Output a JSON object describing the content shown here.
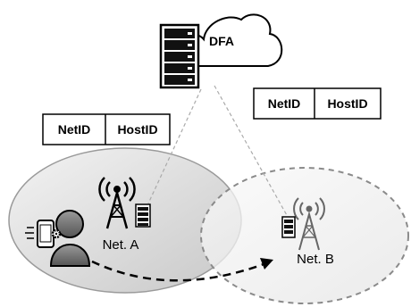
{
  "diagram": {
    "server_label": "DFA",
    "address_top_right": {
      "netid": "NetID",
      "hostid": "HostID"
    },
    "address_left": {
      "netid": "NetID",
      "hostid": "HostID"
    },
    "network_a_label": "Net. A",
    "network_b_label": "Net. B"
  }
}
